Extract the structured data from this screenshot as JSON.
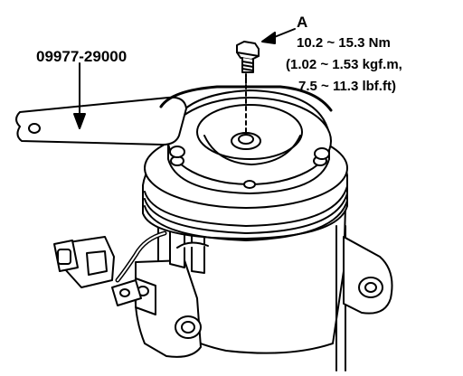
{
  "figure": {
    "tool_label": "09977-29000",
    "bolt_label": "A",
    "torque_lines": [
      "10.2 ~ 15.3 Nm",
      "(1.02 ~ 1.53 kgf.m,",
      "7.5 ~ 11.3 lbf.ft)"
    ]
  },
  "colors": {
    "line": "#000000",
    "fill": "#ffffff"
  }
}
